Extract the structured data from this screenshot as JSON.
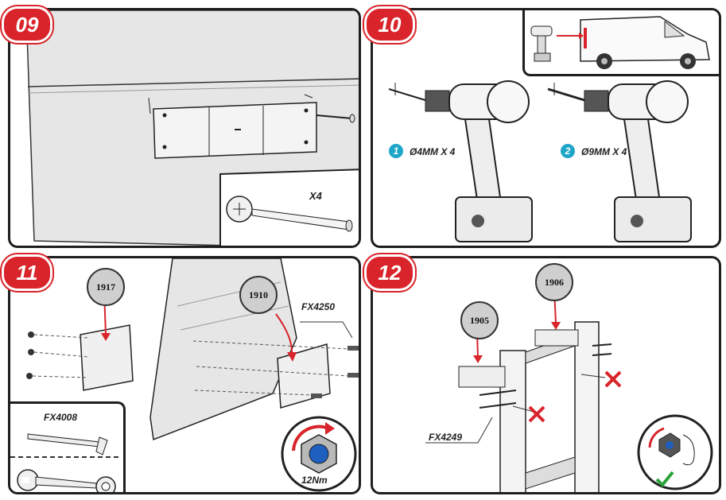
{
  "steps": [
    {
      "number": "09",
      "qty_label": "X4"
    },
    {
      "number": "10",
      "drill1_index": "1",
      "drill1_spec": "Ø4MM X 4",
      "drill2_index": "2",
      "drill2_spec": "Ø9MM X 4"
    },
    {
      "number": "11",
      "part_a": "1917",
      "part_b": "1910",
      "screw_code": "FX4250",
      "tool_code": "FX4008",
      "torque": "12Nm"
    },
    {
      "number": "12",
      "part_a": "1905",
      "part_b": "1906",
      "screw_code": "FX4249"
    }
  ],
  "colors": {
    "accent": "#d8242a",
    "info": "#1ea6c9",
    "ok": "#2aa33a"
  },
  "icons": [
    "cross-icon",
    "check-icon",
    "wrench-icon",
    "hex-key-icon",
    "drill-icon",
    "van-icon",
    "nut-icon"
  ]
}
